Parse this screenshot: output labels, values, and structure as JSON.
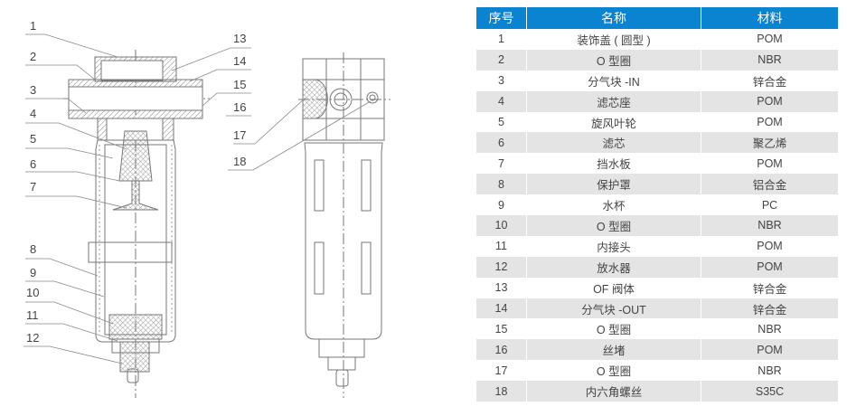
{
  "callouts_left": [
    "1",
    "2",
    "3",
    "4",
    "5",
    "6",
    "7",
    "8",
    "9",
    "10",
    "11",
    "12"
  ],
  "callouts_right": [
    "13",
    "14",
    "15",
    "16",
    "17",
    "18"
  ],
  "table": {
    "headers": [
      "序号",
      "名称",
      "材料"
    ],
    "rows": [
      [
        "1",
        "装饰盖 ( 圆型 )",
        "POM"
      ],
      [
        "2",
        "O 型圈",
        "NBR"
      ],
      [
        "3",
        "分气块 -IN",
        "锌合金"
      ],
      [
        "4",
        "滤芯座",
        "POM"
      ],
      [
        "5",
        "旋风叶轮",
        "POM"
      ],
      [
        "6",
        "滤芯",
        "聚乙烯"
      ],
      [
        "7",
        "挡水板",
        "POM"
      ],
      [
        "8",
        "保护罩",
        "铝合金"
      ],
      [
        "9",
        "水杯",
        "PC"
      ],
      [
        "10",
        "O 型圈",
        "NBR"
      ],
      [
        "11",
        "内接头",
        "POM"
      ],
      [
        "12",
        "放水器",
        "POM"
      ],
      [
        "13",
        "OF 阀体",
        "锌合金"
      ],
      [
        "14",
        "分气块 -OUT",
        "锌合金"
      ],
      [
        "15",
        "O 型圈",
        "NBR"
      ],
      [
        "16",
        "丝堵",
        "POM"
      ],
      [
        "17",
        "O 型圈",
        "NBR"
      ],
      [
        "18",
        "内六角螺丝",
        "S35C"
      ]
    ]
  },
  "colors": {
    "header_bg": "#0a83d0",
    "alt_row": "#e4e4e4",
    "line": "#777777"
  }
}
